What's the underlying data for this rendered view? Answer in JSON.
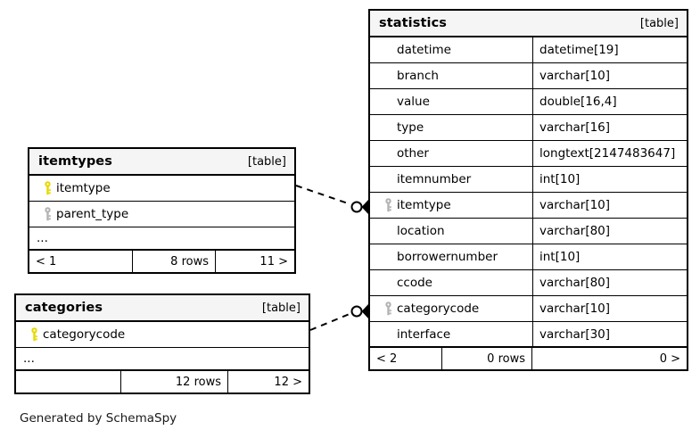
{
  "diagram": {
    "generator_caption": "Generated by SchemaSpy",
    "table_tag": "[table]",
    "ellipsis": "...",
    "pk_color": "#e8d800",
    "fk_color": "#b3b3b3",
    "border_color": "#000000",
    "header_bg": "#f5f5f5"
  },
  "tables": {
    "statistics": {
      "name": "statistics",
      "tag": "[table]",
      "columns": [
        {
          "name": "datetime",
          "type": "datetime[19]",
          "key": "none"
        },
        {
          "name": "branch",
          "type": "varchar[10]",
          "key": "none"
        },
        {
          "name": "value",
          "type": "double[16,4]",
          "key": "none"
        },
        {
          "name": "type",
          "type": "varchar[16]",
          "key": "none"
        },
        {
          "name": "other",
          "type": "longtext[2147483647]",
          "key": "none"
        },
        {
          "name": "itemnumber",
          "type": "int[10]",
          "key": "none"
        },
        {
          "name": "itemtype",
          "type": "varchar[10]",
          "key": "fk"
        },
        {
          "name": "location",
          "type": "varchar[80]",
          "key": "none"
        },
        {
          "name": "borrowernumber",
          "type": "int[10]",
          "key": "none"
        },
        {
          "name": "ccode",
          "type": "varchar[80]",
          "key": "none"
        },
        {
          "name": "categorycode",
          "type": "varchar[10]",
          "key": "fk"
        },
        {
          "name": "interface",
          "type": "varchar[30]",
          "key": "none"
        }
      ],
      "footer": {
        "left": "< 2",
        "middle": "0 rows",
        "right": "0 >"
      }
    },
    "itemtypes": {
      "name": "itemtypes",
      "tag": "[table]",
      "columns": [
        {
          "name": "itemtype",
          "key": "pk"
        },
        {
          "name": "parent_type",
          "key": "fk"
        }
      ],
      "ellipsis": "...",
      "footer": {
        "left": "< 1",
        "middle": "8 rows",
        "right": "11 >"
      }
    },
    "categories": {
      "name": "categories",
      "tag": "[table]",
      "columns": [
        {
          "name": "categorycode",
          "key": "pk"
        }
      ],
      "ellipsis": "...",
      "footer": {
        "left": "",
        "middle": "12 rows",
        "right": "12 >"
      }
    }
  },
  "relationships": [
    {
      "from": "itemtypes.itemtype",
      "to": "statistics.itemtype"
    },
    {
      "from": "categories.categorycode",
      "to": "statistics.categorycode"
    }
  ]
}
